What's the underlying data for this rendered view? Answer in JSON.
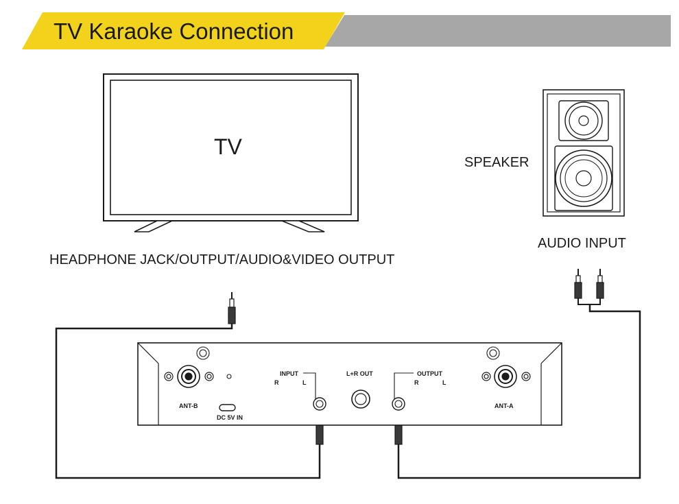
{
  "banner": {
    "title": "TV Karaoke Connection",
    "accent_color": "#f2d21b",
    "bar_color": "#a7a7a7"
  },
  "tv": {
    "label": "TV"
  },
  "speaker": {
    "label": "SPEAKER"
  },
  "labels": {
    "audio_input": "AUDIO INPUT",
    "headphone": "HEADPHONE JACK/OUTPUT/AUDIO&VIDEO OUTPUT"
  },
  "receiver": {
    "input_label": "INPUT",
    "input_r": "R",
    "input_l": "L",
    "lr_out": "L+R OUT",
    "output_label": "OUTPUT",
    "output_r": "R",
    "output_l": "L",
    "ant_b": "ANT-B",
    "ant_a": "ANT-A",
    "dc_in": "DC 5V IN"
  },
  "icons": [
    "audio-plug-icon",
    "antenna-jack-icon",
    "screw-icon",
    "usb-c-port-icon",
    "speaker-driver-icon"
  ]
}
